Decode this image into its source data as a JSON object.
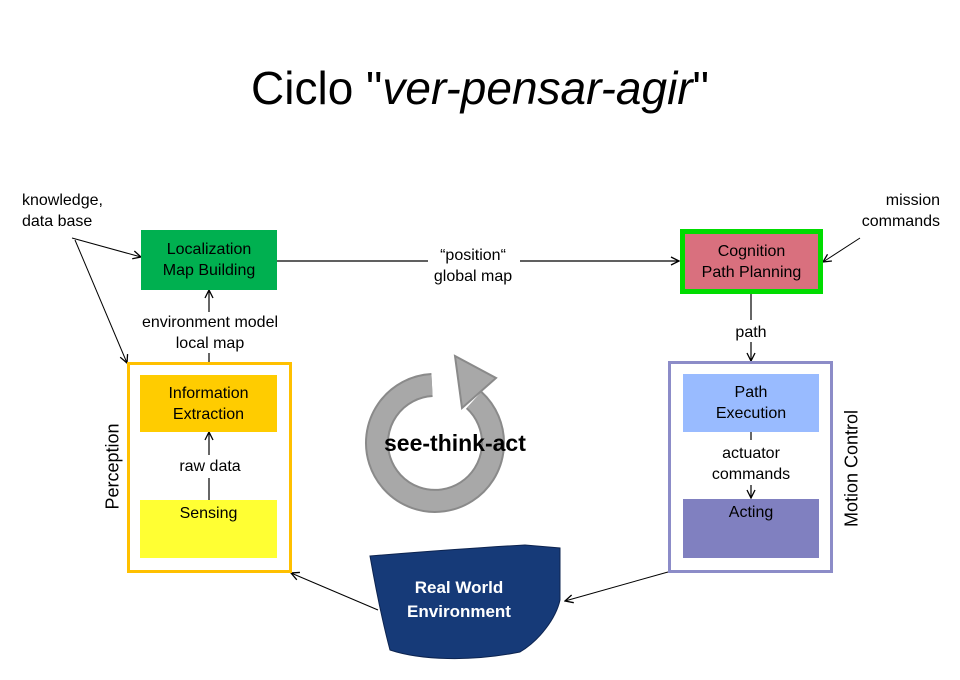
{
  "slide": {
    "title_prefix": "Ciclo \"",
    "title_emph": "ver-pensar-agir",
    "title_suffix": "\""
  },
  "inputs": {
    "knowledge_line1": "knowledge,",
    "knowledge_line2": "data base",
    "mission_line1": "mission",
    "mission_line2": "commands"
  },
  "blocks": {
    "localization": {
      "line1": "Localization",
      "line2": "Map Building",
      "color": "#00b050"
    },
    "cognition": {
      "line1": "Cognition",
      "line2": "Path Planning",
      "color": "#d9707e",
      "border": "#00dc00"
    },
    "information": {
      "line1": "Information",
      "line2": "Extraction",
      "color": "#ffcc00"
    },
    "sensing": {
      "label": "Sensing",
      "color": "#ffff33"
    },
    "path_execution": {
      "line1": "Path",
      "line2": "Execution",
      "color": "#99bbff"
    },
    "acting": {
      "label": "Acting",
      "color": "#8080c0"
    }
  },
  "edges": {
    "position_line1": "“position“",
    "position_line2": "global map",
    "env_line1": "environment model",
    "env_line2": "local map",
    "raw_data": "raw data",
    "path": "path",
    "actuator_line1": "actuator",
    "actuator_line2": "commands"
  },
  "groups": {
    "perception": {
      "label": "Perception",
      "border": "#ffc000"
    },
    "motion_control": {
      "label": "Motion Control",
      "border": "#8c8cc8"
    }
  },
  "cycle": {
    "label": "see-think-act"
  },
  "world": {
    "line1": "Real World",
    "line2": "Environment",
    "color": "#163a78"
  }
}
